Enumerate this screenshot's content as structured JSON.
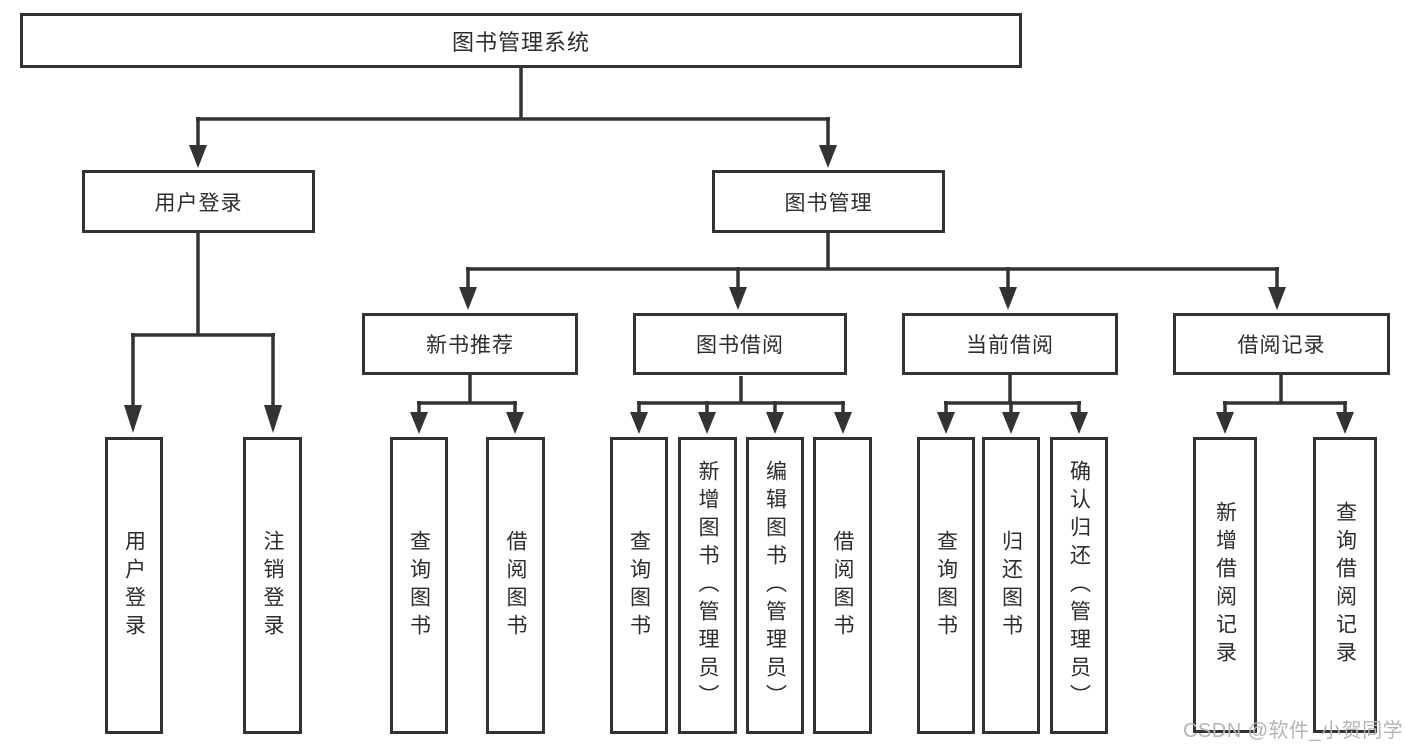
{
  "tree": {
    "root": {
      "label": "图书管理系统"
    },
    "level2": [
      {
        "label": "用户登录",
        "children": [
          {
            "label": "用户登录"
          },
          {
            "label": "注销登录"
          }
        ]
      },
      {
        "label": "图书管理",
        "groups": [
          {
            "label": "新书推荐",
            "children": [
              {
                "label": "查询图书"
              },
              {
                "label": "借阅图书"
              }
            ]
          },
          {
            "label": "图书借阅",
            "children": [
              {
                "label": "查询图书"
              },
              {
                "label": "新增图书（管理员）"
              },
              {
                "label": "编辑图书（管理员）"
              },
              {
                "label": "借阅图书"
              }
            ]
          },
          {
            "label": "当前借阅",
            "children": [
              {
                "label": "查询图书"
              },
              {
                "label": "归还图书"
              },
              {
                "label": "确认归还（管理员）"
              }
            ]
          },
          {
            "label": "借阅记录",
            "children": [
              {
                "label": "新增借阅记录"
              },
              {
                "label": "查询借阅记录"
              }
            ]
          }
        ]
      }
    ]
  },
  "watermark": {
    "text": "CSDN @软件_小贺同学"
  },
  "colors": {
    "line": "#333333",
    "text": "#2d2d2d",
    "watermark": "#b5b5b5",
    "background": "#ffffff"
  }
}
